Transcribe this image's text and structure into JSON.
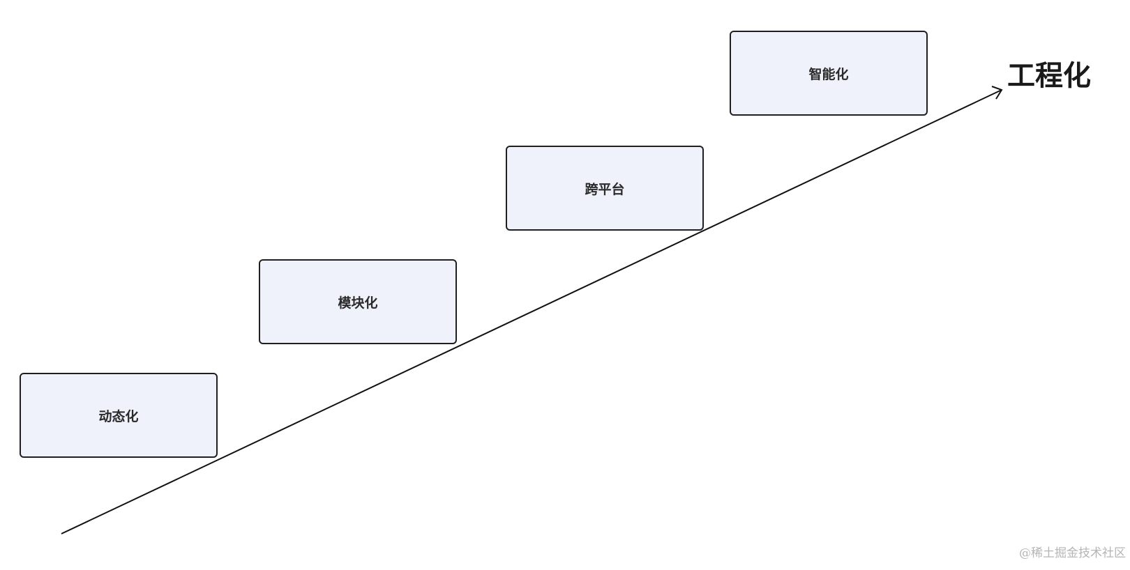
{
  "diagram": {
    "goal": "工程化",
    "stages": [
      {
        "label": "动态化"
      },
      {
        "label": "模块化"
      },
      {
        "label": "跨平台"
      },
      {
        "label": "智能化"
      }
    ]
  },
  "watermark": "@稀土掘金技术社区",
  "colors": {
    "box_fill": "#eff2fa",
    "box_border": "#1f1f1f",
    "arrow": "#111111",
    "text": "#2a2a2a"
  }
}
